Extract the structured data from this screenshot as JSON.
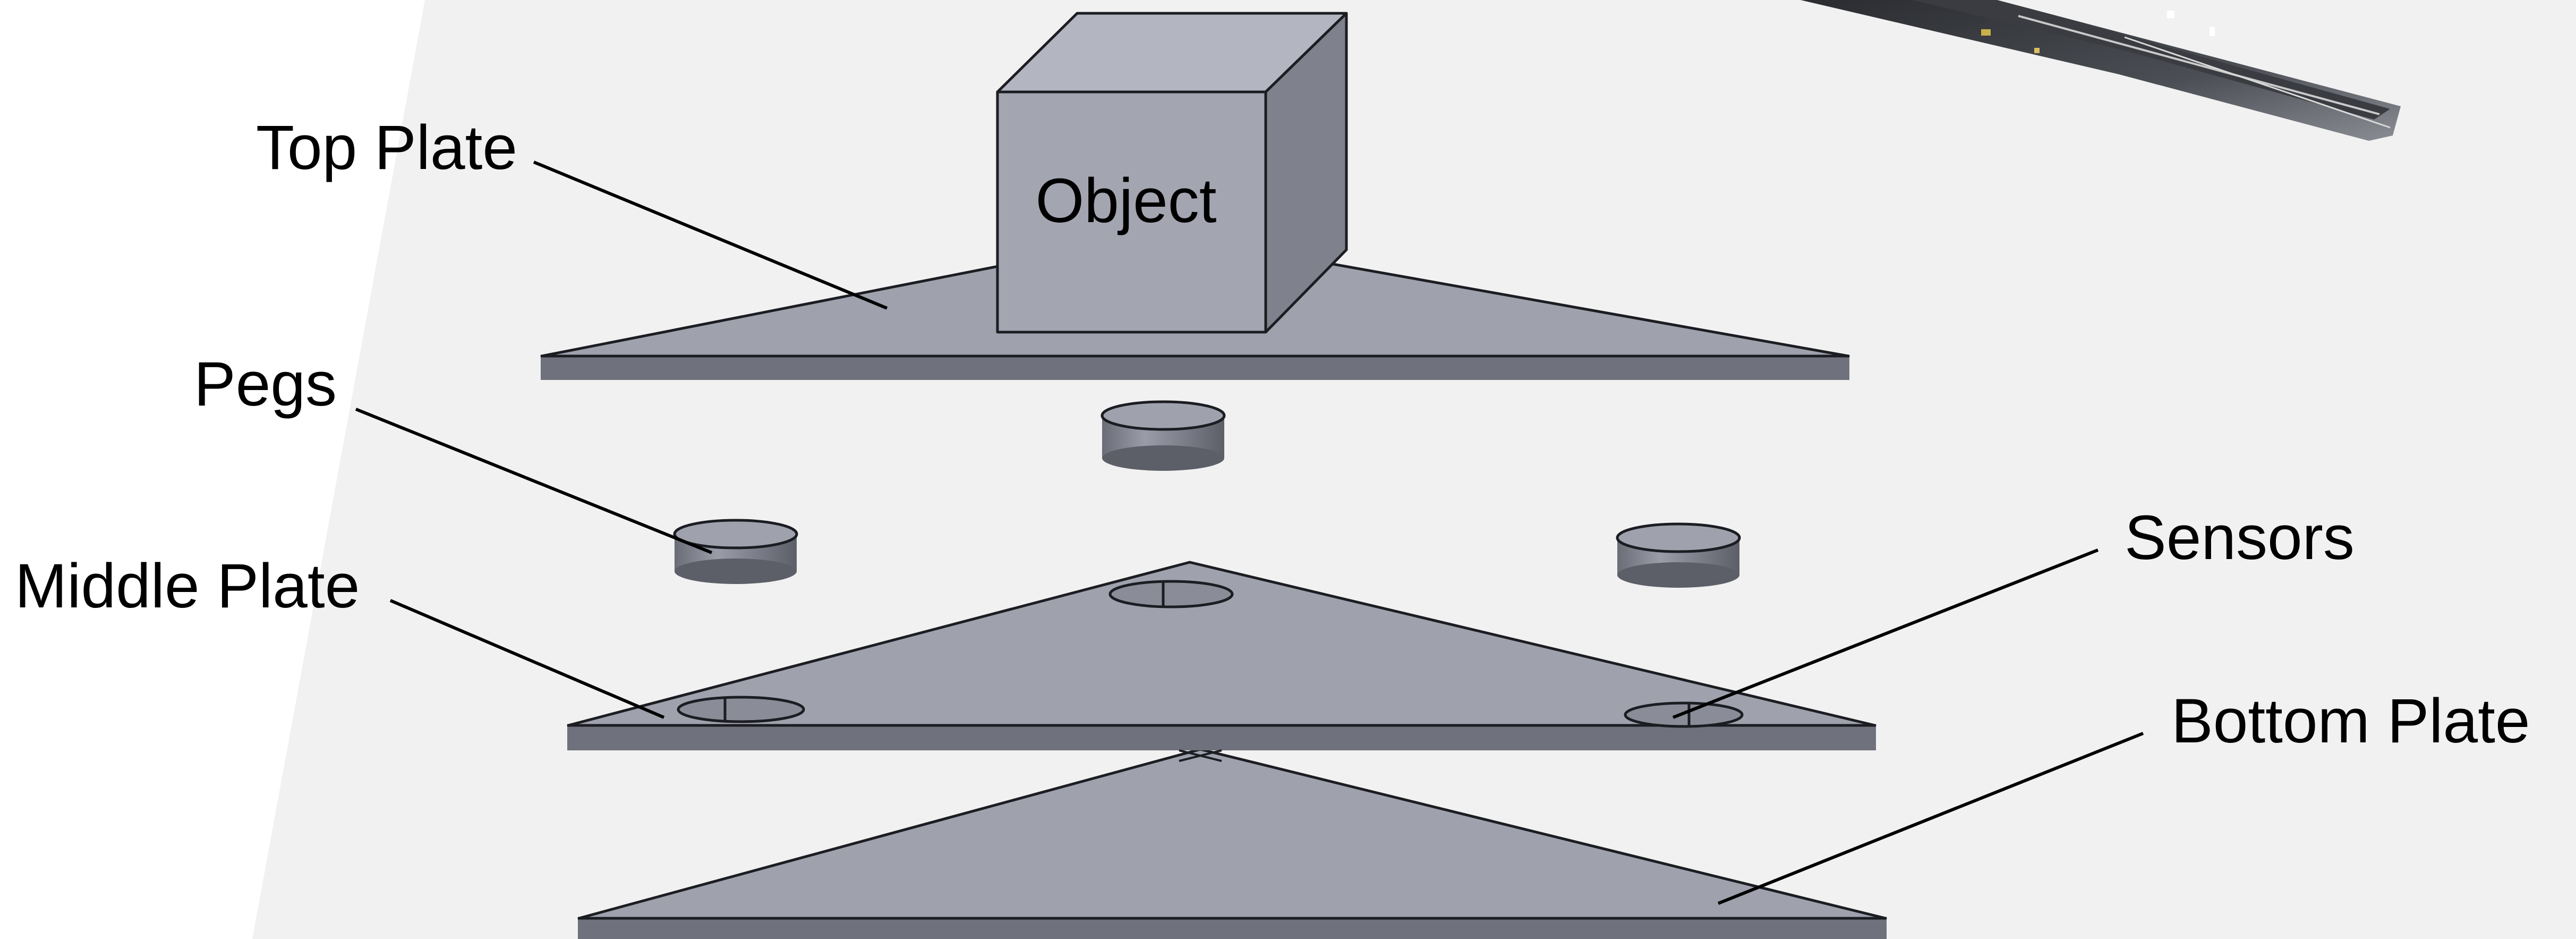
{
  "diagram": {
    "object_label": "Object",
    "labels": {
      "top_plate": "Top Plate",
      "pegs": "Pegs",
      "middle_plate": "Middle Plate",
      "sensors": "Sensors",
      "bottom_plate": "Bottom Plate"
    }
  },
  "colors": {
    "backdrop": "#f1f1f1",
    "plate": "#9fa1ad",
    "plate_edge": "#6f717c",
    "cube_front": "#a3a5b1",
    "cube_top": "#b3b5c0",
    "cube_side": "#7f818c"
  }
}
